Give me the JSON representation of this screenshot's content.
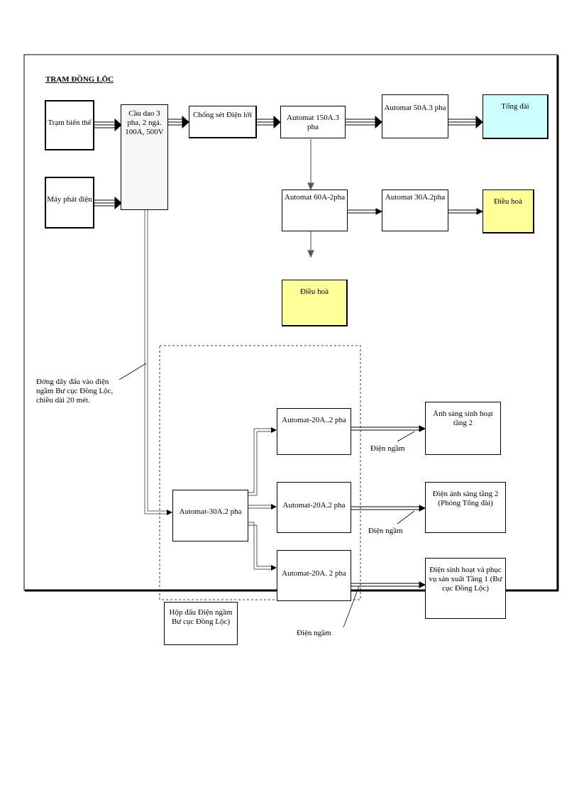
{
  "title": "TRẠM ĐỒNG LỘC",
  "boxes": {
    "tram_bien_the": "Trạm biến thế",
    "may_phat_dien": "Máy phát điện",
    "cau_dao": "Cầu dao 3 pha, 2 ngả. 100A, 500V",
    "chong_set": "Chống sét Điện lới",
    "automat_150": "Automat 150A.3 pha",
    "automat_50": "Automat 50A.3 pha",
    "tong_dai": "Tổng đài",
    "automat_60": "Automat 60A-2pha",
    "automat_30_2pha": "Automat 30A.2pha",
    "dieu_hoa_1": "Điều hoà",
    "dieu_hoa_2": "Điều hoà",
    "automat_30a_2pha": "Automat-30A.2 pha",
    "automat_20_1": "Automat-20A..2 pha",
    "automat_20_2": "Automat-20A.2 pha",
    "automat_20_3": "Automat-20A. 2 pha",
    "anh_sang_tang2": "Ánh sáng sinh hoạt tầng 2",
    "dien_anh_sang_tang2": "Điện ánh sáng tầng 2 (Phòng Tổng đài)",
    "dien_sinh_hoat_tang1": "Điện sinh hoạt và phục vụ sản xuất Tầng 1 (Bư cục Đồng Lộc)",
    "hop_dau": "Hộp đấu Điện ngầm Bư cục Đồng Lộc)"
  },
  "labels": {
    "duong_day": "Đờng dây đấu vào điện ngầm Bư cục Đồng Lộc, chiều dài 20 mét.",
    "dien_ngam_1": "Điện ngầm",
    "dien_ngam_2": "Điện ngầm",
    "dien_ngam_3": "Điện ngầm"
  },
  "colors": {
    "tong_dai_fill": "#ccffff",
    "dieu_hoa_fill": "#ffff99",
    "cau_dao_fill": "#f7f7f7"
  }
}
